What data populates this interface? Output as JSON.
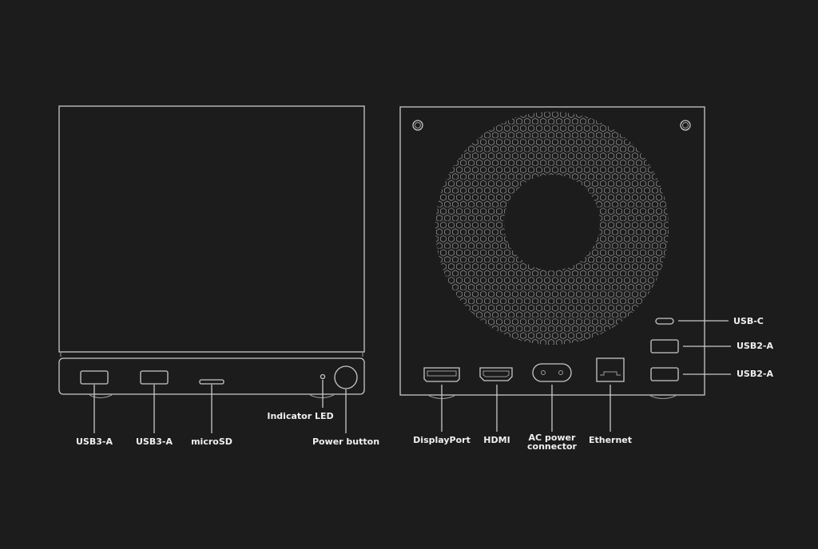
{
  "front": {
    "labels": {
      "usb3a_1": "USB3-A",
      "usb3a_2": "USB3-A",
      "microsd": "microSD",
      "indicator_led": "Indicator LED",
      "power_button": "Power button"
    }
  },
  "back": {
    "labels": {
      "displayport": "DisplayPort",
      "hdmi": "HDMI",
      "ac_power_line1": "AC power",
      "ac_power_line2": "connector",
      "ethernet": "Ethernet",
      "usb_c": "USB-C",
      "usb2a_1": "USB2-A",
      "usb2a_2": "USB2-A"
    }
  },
  "colors": {
    "background": "#1c1c1c",
    "line": "#c8c8c8"
  }
}
